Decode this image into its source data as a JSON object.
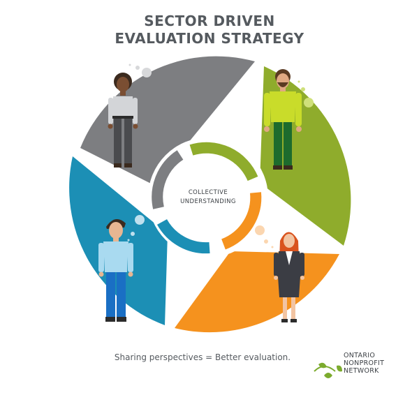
{
  "title": {
    "line1": "SECTOR DRIVEN",
    "line2": "EVALUATION STRATEGY"
  },
  "center": {
    "line1": "COLLECTIVE",
    "line2": "UNDERSTANDING"
  },
  "caption": "Sharing perspectives = Better evaluation.",
  "logo": {
    "line1": "ONTARIO",
    "line2": "NONPROFIT",
    "line3": "NETWORK"
  },
  "colors": {
    "gray": "#7d7e81",
    "green": "#8fac2c",
    "orange": "#f5921e",
    "blue": "#1c8fb5",
    "text": "#555a5f",
    "logo_green": "#7cab2e"
  }
}
